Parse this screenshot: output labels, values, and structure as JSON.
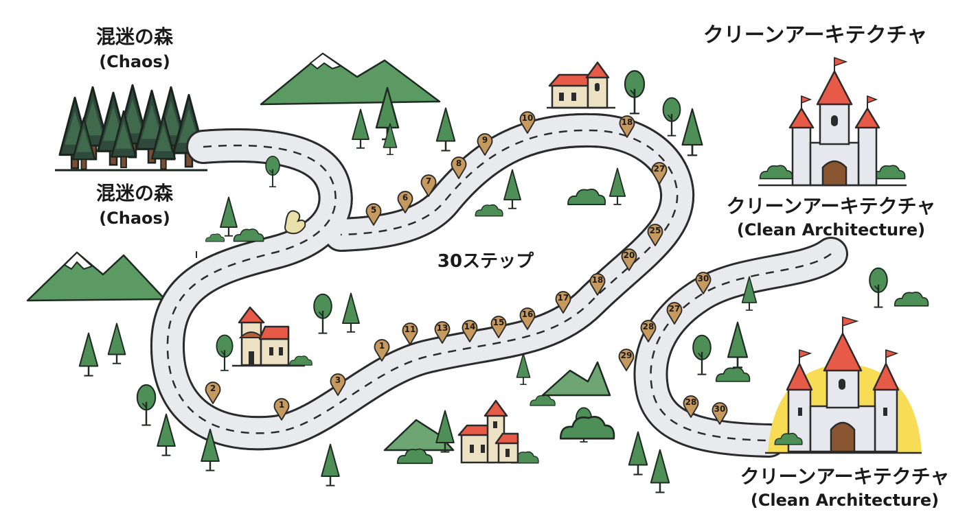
{
  "labels": {
    "forest_top_jp": "混迷の森",
    "forest_top_en": "(Chaos)",
    "forest_mid_jp": "混迷の森",
    "forest_mid_en": "(Chaos)",
    "castle_top_title": "クリーンアーキテクチャ",
    "castle_mid_jp": "クリーンアーキテクチャ",
    "castle_mid_en": "(Clean Architecture)",
    "castle_bottom_jp": "クリーンアーキテクチャ",
    "castle_bottom_en": "(Clean Architecture)",
    "steps": "30ステップ"
  },
  "markers": [
    "10",
    "9",
    "8",
    "7",
    "6",
    "5",
    "18",
    "27",
    "25",
    "20",
    "18",
    "17",
    "16",
    "15",
    "14",
    "13",
    "11",
    "1",
    "3",
    "1",
    "2",
    "30",
    "27",
    "28",
    "29",
    "28",
    "30"
  ],
  "colors": {
    "road": "#e9eaee",
    "road_edge": "#2b2b2b",
    "tree_dark": "#2f4a3c",
    "tree_green": "#4e8f58",
    "marker": "#c69a5e",
    "roof": "#e65a47",
    "wall": "#ede1c3",
    "castle_wall": "#e6e8ee",
    "glow": "#f7dc55"
  },
  "icons": [
    "pine-tree-icon",
    "round-tree-icon",
    "mountain-icon",
    "bush-icon",
    "church-icon",
    "castle-icon",
    "map-pin-icon",
    "bird-icon"
  ]
}
